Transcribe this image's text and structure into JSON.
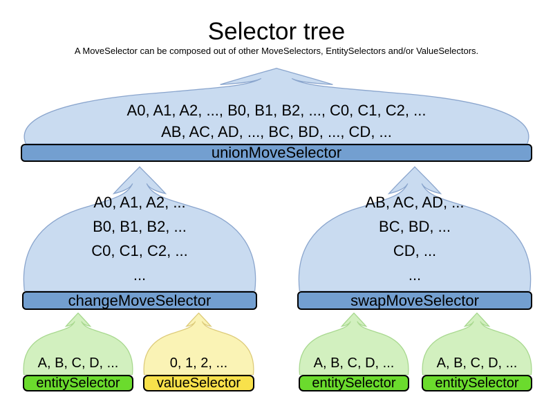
{
  "title": "Selector tree",
  "subtitle": "A MoveSelector can be composed out of other MoveSelectors, EntitySelectors and/or ValueSelectors.",
  "nodes": {
    "union": {
      "label": "unionMoveSelector",
      "lines": [
        "A0, A1, A2, ..., B0, B1, B2, ..., C0, C1, C2, ...",
        "AB, AC, AD, ..., BC, BD, ..., CD, ..."
      ]
    },
    "change": {
      "label": "changeMoveSelector",
      "lines": [
        "A0, A1, A2, ...",
        "B0, B1, B2, ...",
        "C0, C1, C2, ...",
        "..."
      ]
    },
    "swap": {
      "label": "swapMoveSelector",
      "lines": [
        "AB, AC, AD, ...",
        "BC, BD, ...",
        "CD, ...",
        "..."
      ]
    },
    "leaf1": {
      "label": "entitySelector",
      "line": "A, B, C, D, ..."
    },
    "leaf2": {
      "label": "valueSelector",
      "line": "0, 1, 2, ..."
    },
    "leaf3": {
      "label": "entitySelector",
      "line": "A, B, C, D, ..."
    },
    "leaf4": {
      "label": "entitySelector",
      "line": "A, B, C, D, ..."
    }
  },
  "colors": {
    "move_cloud_fill": "#c9dbf0",
    "move_cloud_border": "#8aa5cd",
    "move_bar_fill": "#739fd0",
    "entity_cloud_fill": "#d2f0bf",
    "entity_cloud_border": "#a8d88f",
    "entity_bar_fill": "#6bdb2d",
    "value_cloud_fill": "#faf3b5",
    "value_cloud_border": "#ddcb7a",
    "value_bar_fill": "#f8e14b",
    "text_color": "#000000",
    "background": "#ffffff"
  }
}
